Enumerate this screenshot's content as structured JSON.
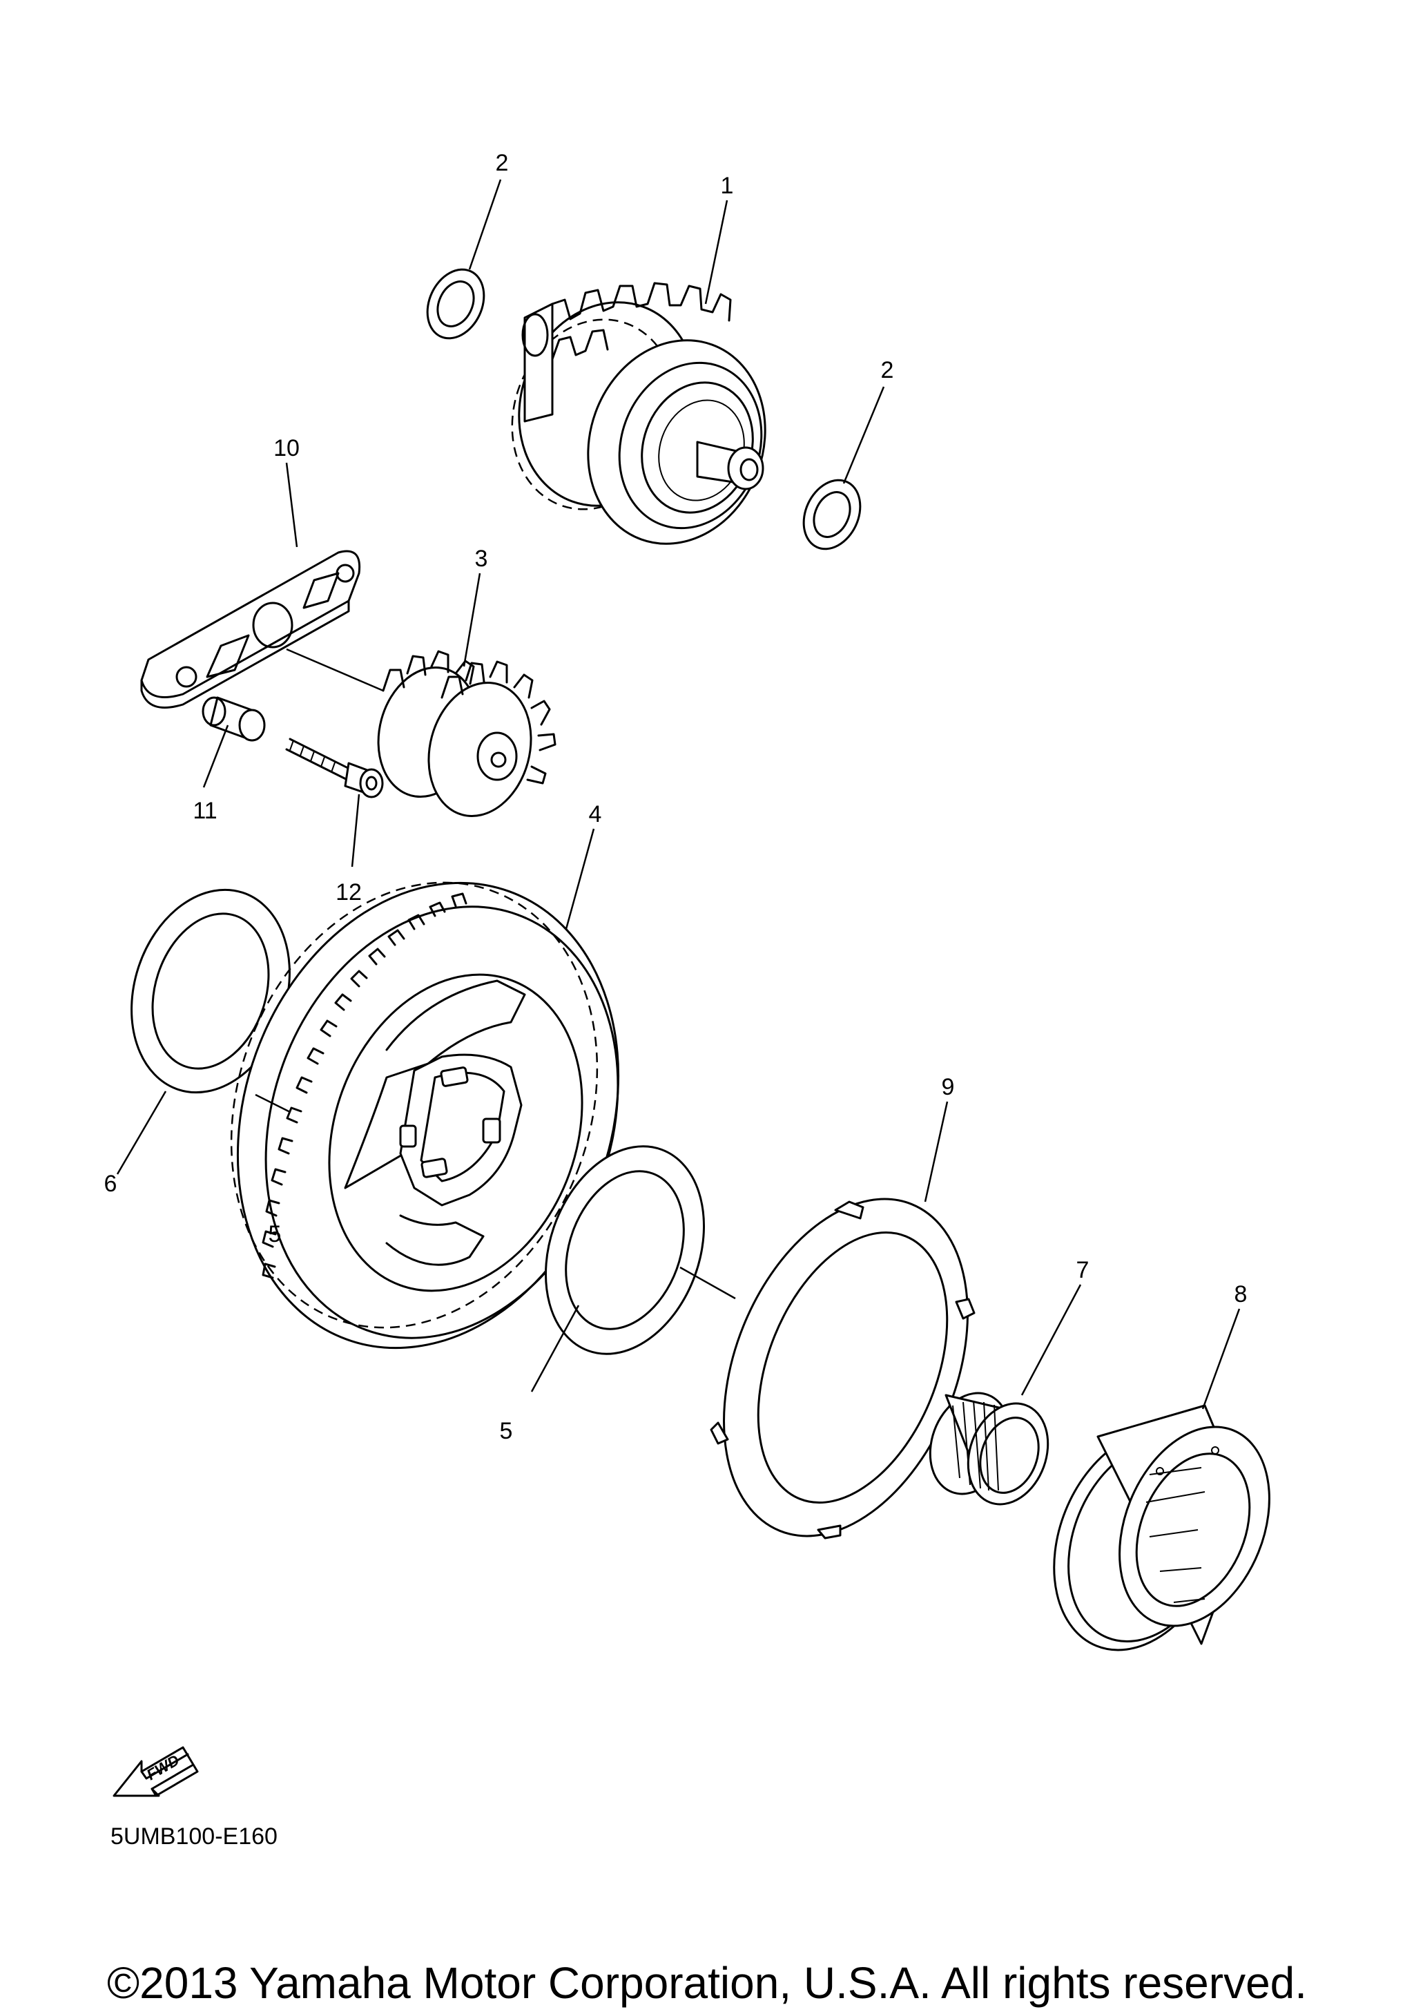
{
  "diagram": {
    "callouts": {
      "c1": "1",
      "c2a": "2",
      "c2b": "2",
      "c3": "3",
      "c4": "4",
      "c5a": "5",
      "c5b": "5",
      "c6": "6",
      "c7": "7",
      "c8": "8",
      "c9": "9",
      "c10": "10",
      "c11": "11",
      "c12": "12"
    },
    "fwd_label": "FWD",
    "diagram_code": "5UMB100-E160"
  },
  "footer": {
    "copyright": "©2013 Yamaha Motor Corporation, U.S.A. All rights reserved."
  }
}
